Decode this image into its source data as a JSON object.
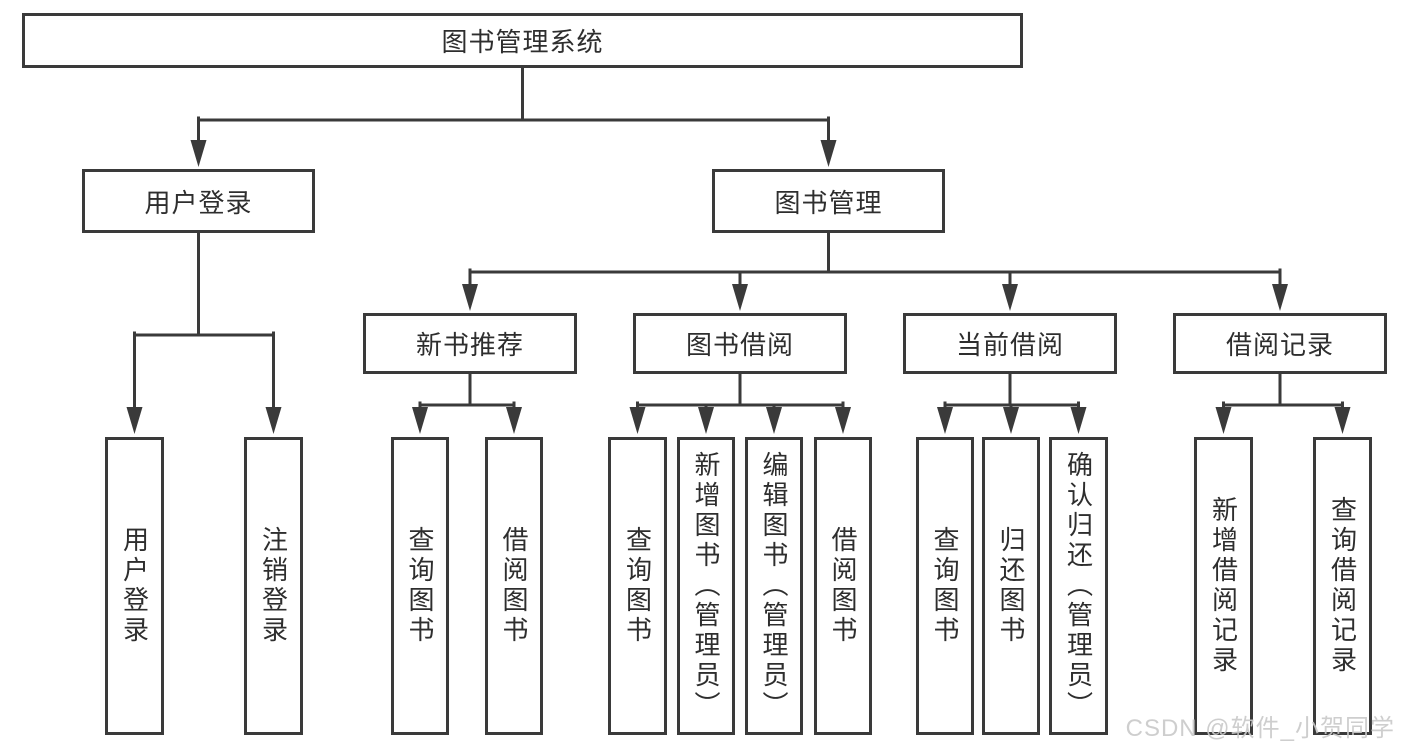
{
  "diagram_title": "图书管理系统",
  "nodes": {
    "root": "图书管理系统",
    "l2": [
      "用户登录",
      "图书管理"
    ],
    "l3": [
      "新书推荐",
      "图书借阅",
      "当前借阅",
      "借阅记录"
    ],
    "leaves": {
      "login": [
        "用户登录",
        "注销登录"
      ],
      "newbook": [
        "查询图书",
        "借阅图书"
      ],
      "borrow": [
        "查询图书",
        "新增图书（管理员）",
        "编辑图书（管理员）",
        "借阅图书"
      ],
      "current": [
        "查询图书",
        "归还图书",
        "确认归还（管理员）"
      ],
      "records": [
        "新增借阅记录",
        "查询借阅记录"
      ]
    }
  },
  "hierarchy": [
    {
      "label": "用户登录",
      "children": [
        "用户登录",
        "注销登录"
      ]
    },
    {
      "label": "图书管理",
      "children": [
        {
          "label": "新书推荐",
          "children": [
            "查询图书",
            "借阅图书"
          ]
        },
        {
          "label": "图书借阅",
          "children": [
            "查询图书",
            "新增图书（管理员）",
            "编辑图书（管理员）",
            "借阅图书"
          ]
        },
        {
          "label": "当前借阅",
          "children": [
            "查询图书",
            "归还图书",
            "确认归还（管理员）"
          ]
        },
        {
          "label": "借阅记录",
          "children": [
            "新增借阅记录",
            "查询借阅记录"
          ]
        }
      ]
    }
  ],
  "watermark": {
    "text": "CSDN @软件_小贺同学"
  },
  "colors": {
    "line": "#3a3a3a",
    "box_border": "#3a3a3a",
    "box_fill": "#ffffff",
    "text": "#2e2e2e",
    "watermark": "#c9c9c9",
    "background": "#ffffff"
  }
}
